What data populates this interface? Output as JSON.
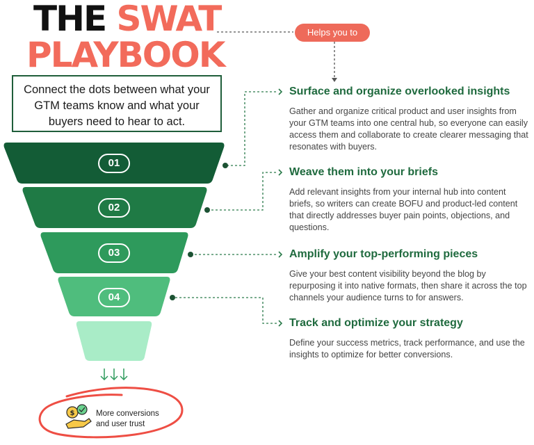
{
  "title": {
    "line1_a": "THE",
    "line1_b": "SWAT",
    "line2": "PLAYBOOK"
  },
  "tagline": "Connect the dots between what your GTM teams know and what your buyers need to hear to act.",
  "helps_pill": "Helps you to",
  "stages": [
    {
      "num": "01",
      "color": "#135c36",
      "heading": "Surface and organize overlooked insights",
      "body": "Gather and organize critical product and user insights from your GTM teams into one central hub, so everyone can easily access them and collaborate to create clearer messaging that resonates with buyers."
    },
    {
      "num": "02",
      "color": "#1f7a45",
      "heading": "Weave them into your briefs",
      "body": "Add relevant insights from your internal hub into content briefs, so writers can create BOFU and product-led content that directly addresses buyer pain points, objections, and questions."
    },
    {
      "num": "03",
      "color": "#2e9a5c",
      "heading": "Amplify your top-performing pieces",
      "body": "Give your best content visibility beyond the blog by repurposing it into native formats, then share it across the top channels your audience turns to for answers."
    },
    {
      "num": "04",
      "color": "#4fbd7d",
      "heading": "Track and optimize your strategy",
      "body": "Define your success metrics, track performance, and use the insights to optimize for better conversions."
    }
  ],
  "funnel_tip_color": "#a9ecc7",
  "outcome": {
    "line1": "More conversions",
    "line2": "and user trust",
    "icon": "money-hand-icon"
  },
  "colors": {
    "accent": "#f26b5b",
    "heading_green": "#1f6a3e",
    "connector": "#2a7a4a"
  }
}
